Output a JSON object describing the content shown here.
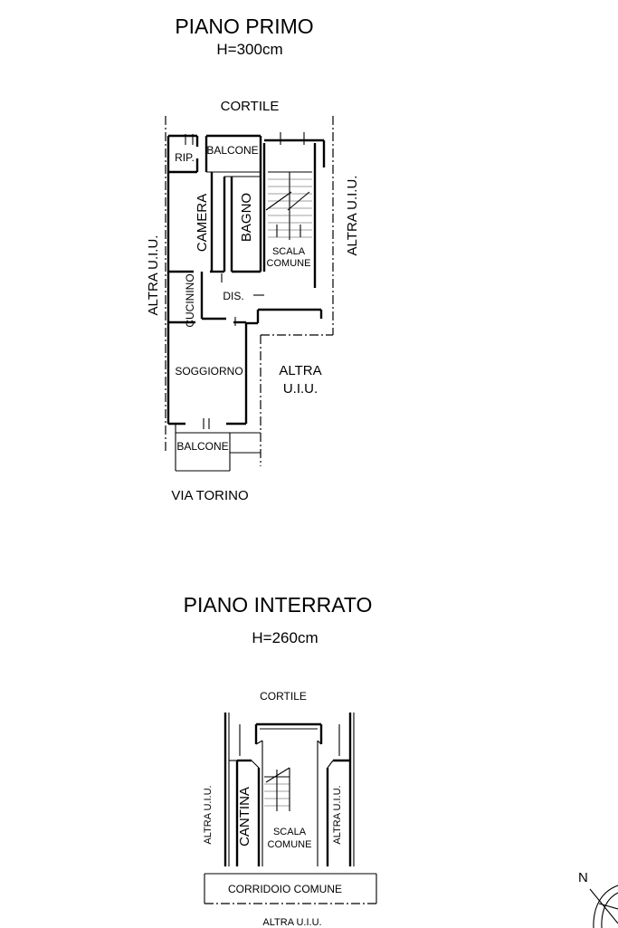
{
  "first_floor": {
    "title": "PIANO PRIMO",
    "height": "H=300cm",
    "courtyard": "CORTILE",
    "rooms": {
      "rip": "RIP.",
      "balcony_top": "BALCONE",
      "bedroom": "CAMERA",
      "bathroom": "BAGNO",
      "stair_1": "SCALA",
      "stair_2": "COMUNE",
      "kitchenette": "CUCININO",
      "hall": "DIS.",
      "living": "SOGGIORNO",
      "balcony_bottom": "BALCONE"
    },
    "neighbor_left": "ALTRA U.I.U.",
    "neighbor_right": "ALTRA U.I.U.",
    "neighbor_inner_1": "ALTRA",
    "neighbor_inner_2": "U.I.U.",
    "street": "VIA TORINO"
  },
  "basement": {
    "title": "PIANO INTERRATO",
    "height": "H=260cm",
    "courtyard": "CORTILE",
    "cellar": "CANTINA",
    "stair_1": "SCALA",
    "stair_2": "COMUNE",
    "neighbor_left": "ALTRA U.I.U.",
    "neighbor_right": "ALTRA U.I.U.",
    "corridor": "CORRIDOIO COMUNE",
    "neighbor_bottom": "ALTRA U.I.U."
  },
  "compass": {
    "north": "N"
  }
}
